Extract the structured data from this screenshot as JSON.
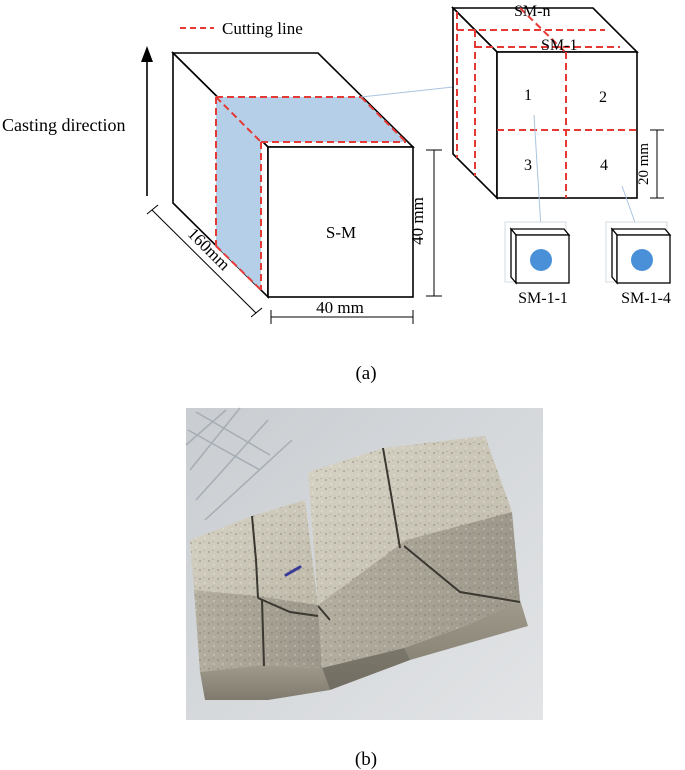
{
  "legend": {
    "label": "Cutting line",
    "line_color": "#e53935"
  },
  "diagram": {
    "casting_direction": "Casting direction",
    "specimen_label": "S-M",
    "length_label": "160mm",
    "height_label": "40 mm",
    "width_label": "40 mm",
    "slice_label_front": "SM-1",
    "slice_label_back": "SM-n",
    "quadrants": [
      "1",
      "2",
      "3",
      "4"
    ],
    "sub_dimension": "20 mm",
    "sub_specimen_left": "SM-1-1",
    "sub_specimen_right": "SM-1-4",
    "face_fill": "#b5cfe8",
    "dot_color": "#4a90d9"
  },
  "captions": {
    "a": "(a)",
    "b": "(b)"
  }
}
